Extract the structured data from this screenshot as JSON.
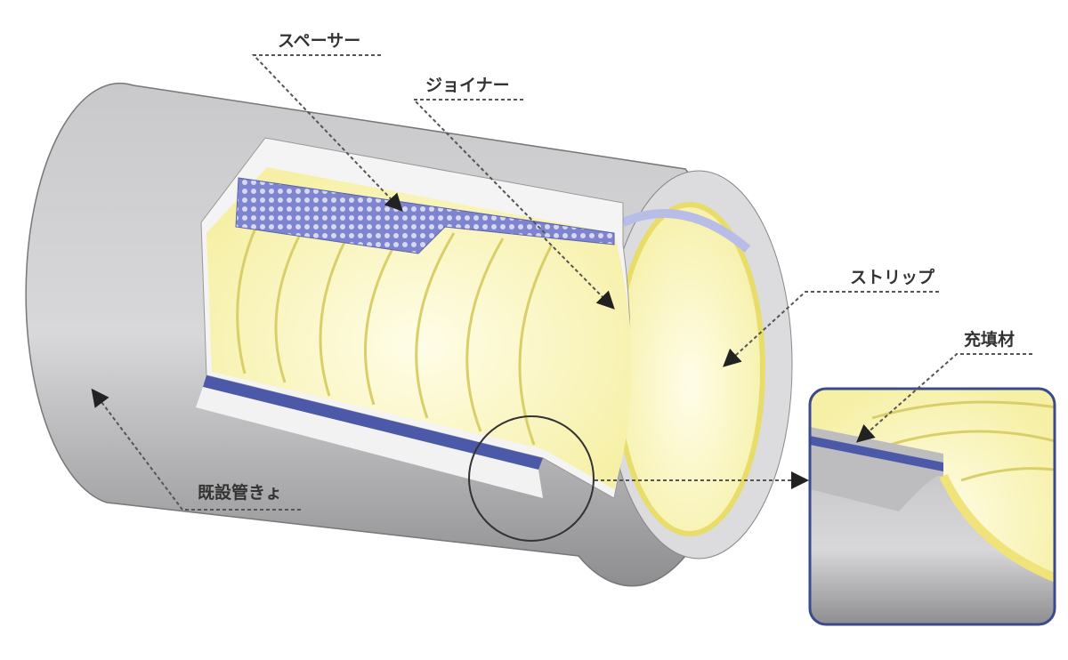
{
  "diagram": {
    "labels": {
      "spacer": "スペーサー",
      "joiner": "ジョイナー",
      "strip": "ストリップ",
      "filler": "充填材",
      "existing_pipe": "既設管きょ"
    },
    "colors": {
      "pipe": "#a9a9ab",
      "lining": "#fbf7c0",
      "strip_edge": "#e8dc6a",
      "spacer": "#8c8fd6",
      "inset_border": "#3b4a8c"
    }
  }
}
